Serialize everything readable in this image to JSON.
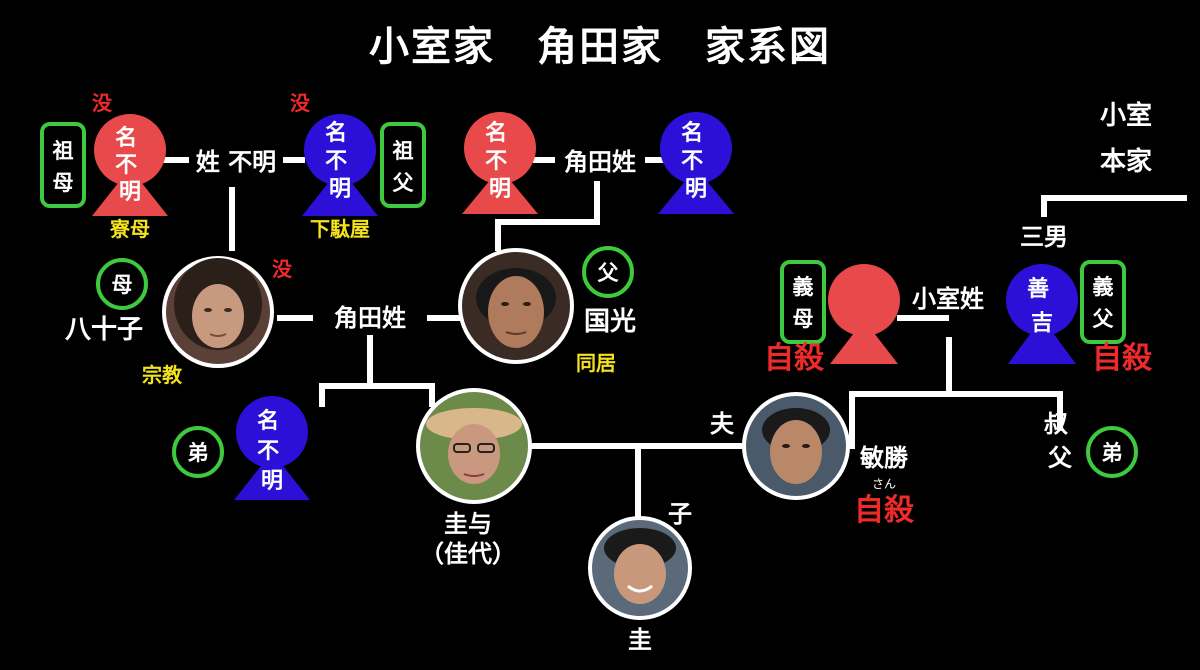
{
  "title": "小室家　角田家　家系図",
  "header_right": [
    "小室",
    "本家"
  ],
  "colors": {
    "female": "#e8494a",
    "male": "#2d10d8",
    "badge": "#3ec93e",
    "note": "#f2e21f",
    "death": "#ee2a2a"
  },
  "nodes": {
    "grandmother_fig": "名不明",
    "grandmother_badge": "祖母",
    "grandmother_note": "寮母",
    "grandfather_fig": "名不明",
    "grandfather_badge": "祖父",
    "grandfather_note": "下駄屋",
    "deceased_mark": "没",
    "link_top_left": "姓 不明",
    "kakuta_female_fig": "名不明",
    "kakuta_male_fig": "名不明",
    "link_top_mid": "角田姓",
    "mother_badge": "母",
    "mother_name": "八十子",
    "mother_note": "宗教",
    "link_middle": "角田姓",
    "father_badge": "父",
    "father_name": "国光",
    "father_note": "同居",
    "brother_badge": "弟",
    "brother_fig": "名不明",
    "kayo_name": "圭与",
    "kayo_alias": "（佳代）",
    "child_label": "子",
    "kei_name": "圭",
    "husband_label": "夫",
    "toshikatsu_name": "敏勝",
    "toshikatsu_ruby": "さん",
    "toshikatsu_note": "自殺",
    "mil_badge": "義母",
    "mil_note": "自殺",
    "link_komuro": "小室姓",
    "third_son": "三男",
    "zenkichi_fig": "善吉",
    "fil_badge": "義父",
    "fil_note": "自殺",
    "uncle_label": "叔父",
    "uncle_badge": "弟"
  }
}
